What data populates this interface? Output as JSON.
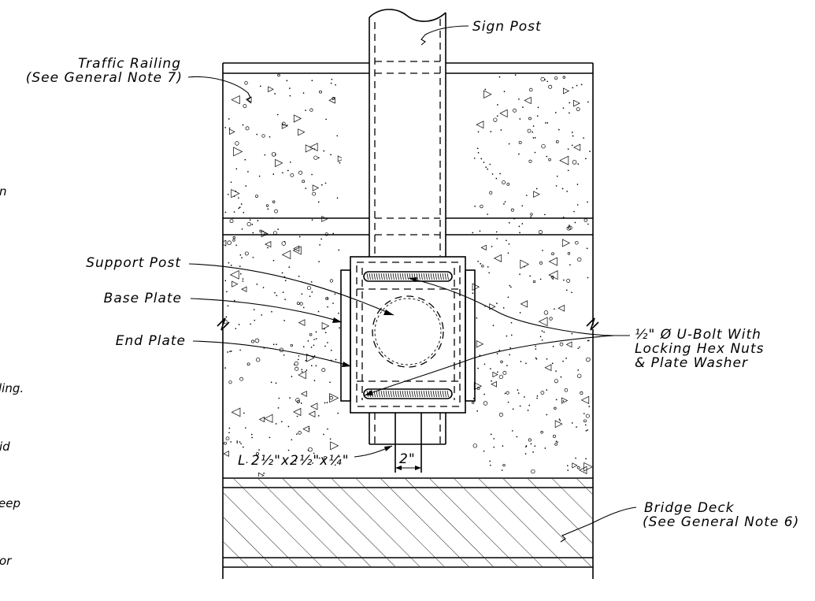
{
  "labels": {
    "sign_post": "Sign Post",
    "traffic_railing_1": "Traffic Railing",
    "traffic_railing_2": "(See General Note 7)",
    "support_post": "Support Post",
    "base_plate": "Base Plate",
    "end_plate": "End Plate",
    "ubolt_1": "½\" Ø U-Bolt With",
    "ubolt_2": "Locking Hex Nuts",
    "ubolt_3": "& Plate Washer",
    "angle": "L 2½\"x2½\"x¼\"",
    "dim_2in": "2\"",
    "bridge_deck_1": "Bridge Deck",
    "bridge_deck_2": "(See General Note 6)"
  },
  "cut_off_text": [
    "n",
    "ling.",
    "id",
    "eep",
    "or"
  ]
}
